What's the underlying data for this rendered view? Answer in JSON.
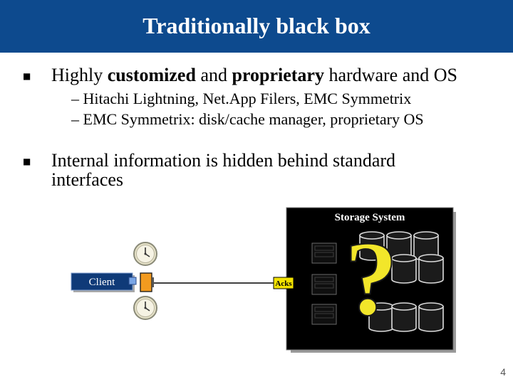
{
  "slide": {
    "title": "Traditionally black box",
    "bullet1": {
      "pre": "Highly ",
      "bold1": "customized",
      "mid": " and ",
      "bold2": "proprietary",
      "post": " hardware and OS"
    },
    "sub1": "– Hitachi Lightning, Net.App Filers, EMC Symmetrix",
    "sub2": "– EMC Symmetrix: disk/cache manager, proprietary OS",
    "bullet2_line1": "Internal information is hidden behind standard",
    "bullet2_line2": "interfaces",
    "page_number": "4"
  },
  "diagram": {
    "storage_label": "Storage System",
    "client_label": "Client",
    "acks_label": "Acks",
    "question_mark": "?"
  },
  "colors": {
    "title_bar": "#0d4a8e",
    "question_mark": "#f2e62a",
    "client_box": "#0f3a78",
    "connector": "#f29a1f",
    "acks_box": "#f2e200"
  }
}
